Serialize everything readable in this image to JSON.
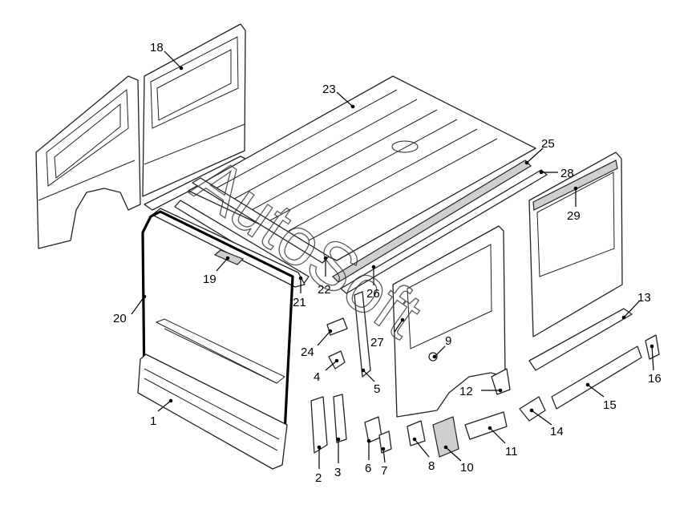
{
  "watermark": {
    "text": "AutoSoft"
  },
  "callouts": [
    {
      "label": "1"
    },
    {
      "label": "2"
    },
    {
      "label": "3"
    },
    {
      "label": "4"
    },
    {
      "label": "5"
    },
    {
      "label": "6"
    },
    {
      "label": "7"
    },
    {
      "label": "8"
    },
    {
      "label": "9"
    },
    {
      "label": "10"
    },
    {
      "label": "11"
    },
    {
      "label": "12"
    },
    {
      "label": "13"
    },
    {
      "label": "14"
    },
    {
      "label": "15"
    },
    {
      "label": "16"
    },
    {
      "label": "18"
    },
    {
      "label": "19"
    },
    {
      "label": "20"
    },
    {
      "label": "21"
    },
    {
      "label": "22"
    },
    {
      "label": "23"
    },
    {
      "label": "24"
    },
    {
      "label": "25"
    },
    {
      "label": "26"
    },
    {
      "label": "27"
    },
    {
      "label": "28"
    },
    {
      "label": "29"
    }
  ]
}
